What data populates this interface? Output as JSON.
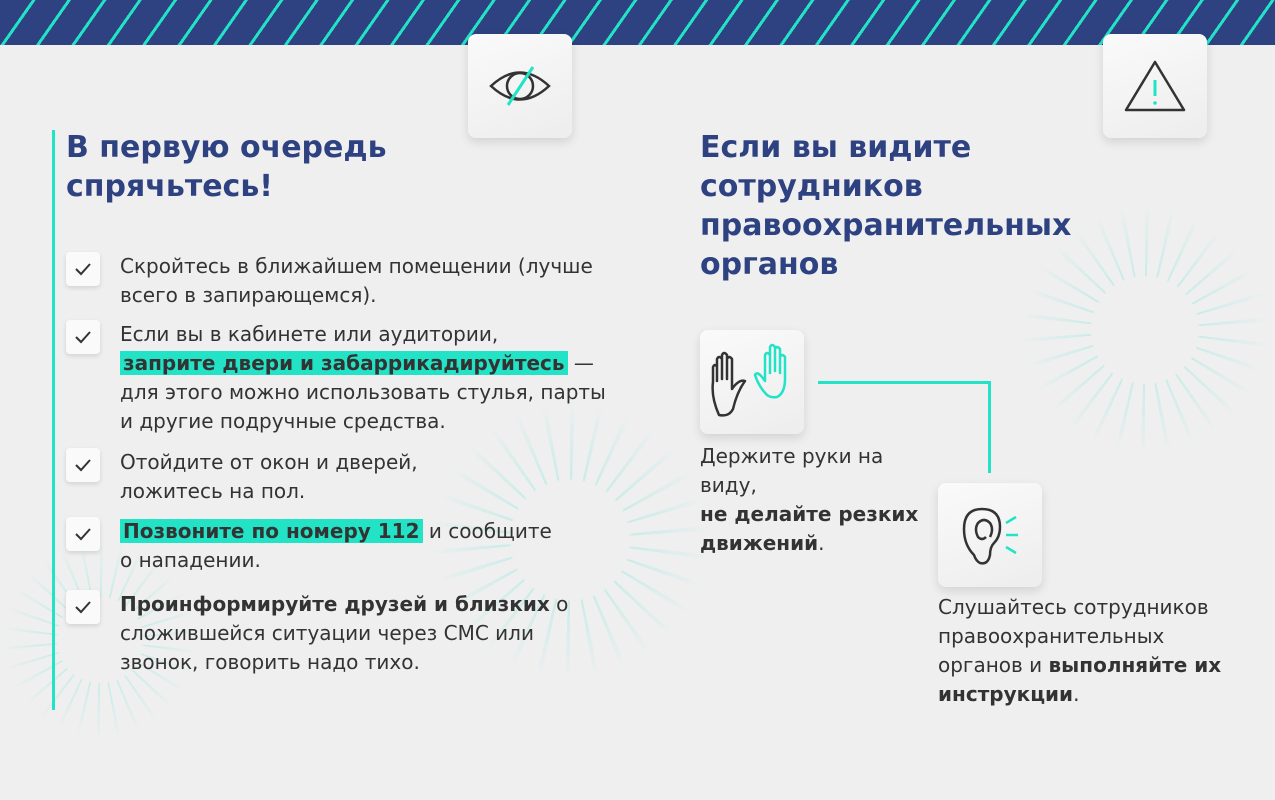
{
  "left": {
    "title_line1": "В первую очередь",
    "title_line2": "спрячьтесь!",
    "items": [
      {
        "text": "Скройтесь в ближайшем помещении (лучше всего в запирающемся)."
      },
      {
        "pre": "Если вы в кабинете или аудитории,",
        "highlight": "заприте двери и забаррикадируйтесь",
        "post": " — для этого можно использовать стулья, парты и другие подручные средства."
      },
      {
        "text": "Отойдите от окон и дверей, ложитесь на пол."
      },
      {
        "highlight": "Позвоните по номеру 112",
        "post": " и сообщите о нападении."
      },
      {
        "bold": "Проинформируйте друзей и близких",
        "post": " о сложившейся ситуации через СМС или звонок, говорить надо тихо."
      }
    ]
  },
  "right": {
    "title": "Если вы видите сотрудников правоохранительных органов",
    "hands": {
      "normal": "Держите руки на виду,",
      "bold": "не делайте резких движений",
      "end": "."
    },
    "ear": {
      "normal": "Слушайтесь сотрудников правоохранительных органов и ",
      "bold": "выполняйте их инструкции",
      "end": "."
    }
  },
  "colors": {
    "navy": "#2e4282",
    "teal": "#22e3c6"
  }
}
